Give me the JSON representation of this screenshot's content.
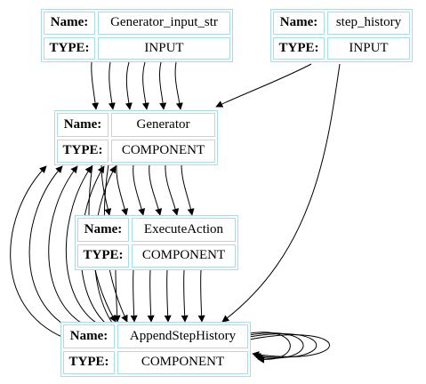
{
  "labels": {
    "name": "Name:",
    "type": "TYPE:"
  },
  "nodes": [
    {
      "id": "generator_input_str",
      "name": "Generator_input_str",
      "type": "INPUT"
    },
    {
      "id": "step_history",
      "name": "step_history",
      "type": "INPUT"
    },
    {
      "id": "generator",
      "name": "Generator",
      "type": "COMPONENT"
    },
    {
      "id": "execute_action",
      "name": "ExecuteAction",
      "type": "COMPONENT"
    },
    {
      "id": "append_step_history",
      "name": "AppendStepHistory",
      "type": "COMPONENT"
    }
  ],
  "edges": [
    {
      "from": "generator_input_str",
      "to": "generator",
      "count": 6
    },
    {
      "from": "step_history",
      "to": "generator",
      "count": 1
    },
    {
      "from": "step_history",
      "to": "append_step_history",
      "count": 1
    },
    {
      "from": "generator",
      "to": "execute_action",
      "count": 6
    },
    {
      "from": "generator",
      "to": "append_step_history",
      "count": 2
    },
    {
      "from": "execute_action",
      "to": "append_step_history",
      "count": 6
    },
    {
      "from": "append_step_history",
      "to": "generator",
      "count": 6
    },
    {
      "from": "append_step_history",
      "to": "append_step_history",
      "count": 4
    }
  ],
  "colors": {
    "node_border": "#a9dce8",
    "edge": "#000000"
  }
}
